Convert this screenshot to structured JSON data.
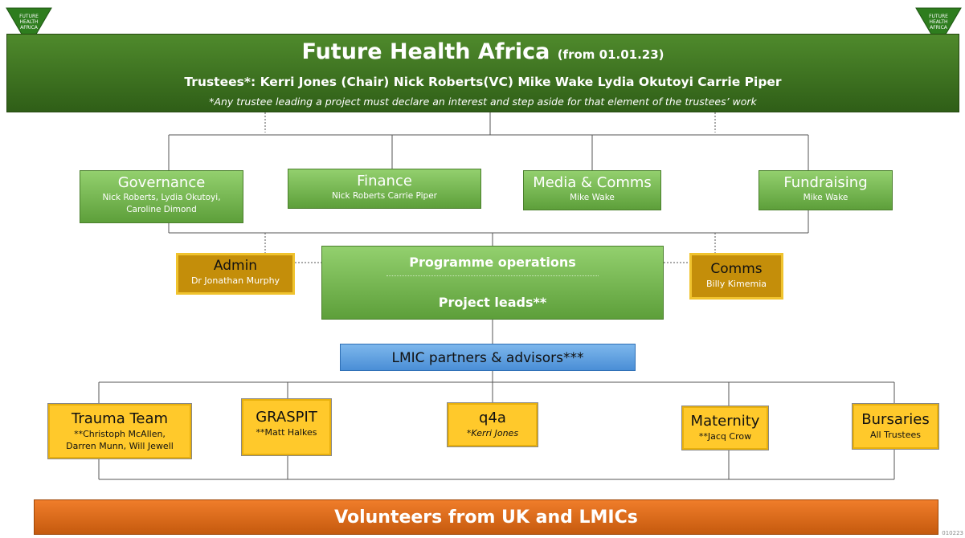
{
  "header": {
    "title": "Future Health Africa",
    "date": "(from 01.01.23)",
    "trustees_label": "Trustees*:",
    "trustees": "Kerri Jones (Chair) Nick Roberts(VC) Mike Wake Lydia Okutoyi  Carrie Piper",
    "note": "*Any trustee leading a project must declare an interest and step aside for that element of the trustees’ work",
    "logo_text": "FUTURE HEALTH AFRICA"
  },
  "committees": [
    {
      "title": "Governance",
      "members": [
        "Nick Roberts, Lydia Okutoyi,",
        "Caroline Dimond"
      ]
    },
    {
      "title": "Finance",
      "members": [
        "Nick Roberts Carrie Piper"
      ]
    },
    {
      "title": "Media & Comms",
      "members": [
        "Mike Wake"
      ]
    },
    {
      "title": "Fundraising",
      "members": [
        "Mike Wake"
      ]
    }
  ],
  "admin": {
    "title": "Admin",
    "person": "Dr Jonathan Murphy"
  },
  "comms": {
    "title": "Comms",
    "person": "Billy Kimemia"
  },
  "programme": {
    "line1": "Programme operations",
    "line2": "Project leads**"
  },
  "lmic": {
    "label": "LMIC  partners & advisors***"
  },
  "projects": [
    {
      "title": "Trauma Team",
      "lead": [
        "**Christoph McAllen,",
        "Darren Munn, Will Jewell"
      ]
    },
    {
      "title": "GRASPIT",
      "lead": [
        "**Matt Halkes"
      ]
    },
    {
      "title": "q4a",
      "lead": [
        "*Kerri Jones"
      ]
    },
    {
      "title": "Maternity",
      "lead": [
        "**Jacq Crow"
      ]
    },
    {
      "title": "Bursaries",
      "lead": [
        "All Trustees"
      ]
    }
  ],
  "volunteers": {
    "label": "Volunteers from UK and LMICs"
  },
  "footer": {
    "code": "010223"
  },
  "colors": {
    "banner": "#2f5e17",
    "green_box": "#70ad47",
    "gold_box": "#c48e0a",
    "yellow_box": "#ffc92b",
    "blue_box": "#5b9bd5",
    "orange_bar": "#e36c0a"
  }
}
